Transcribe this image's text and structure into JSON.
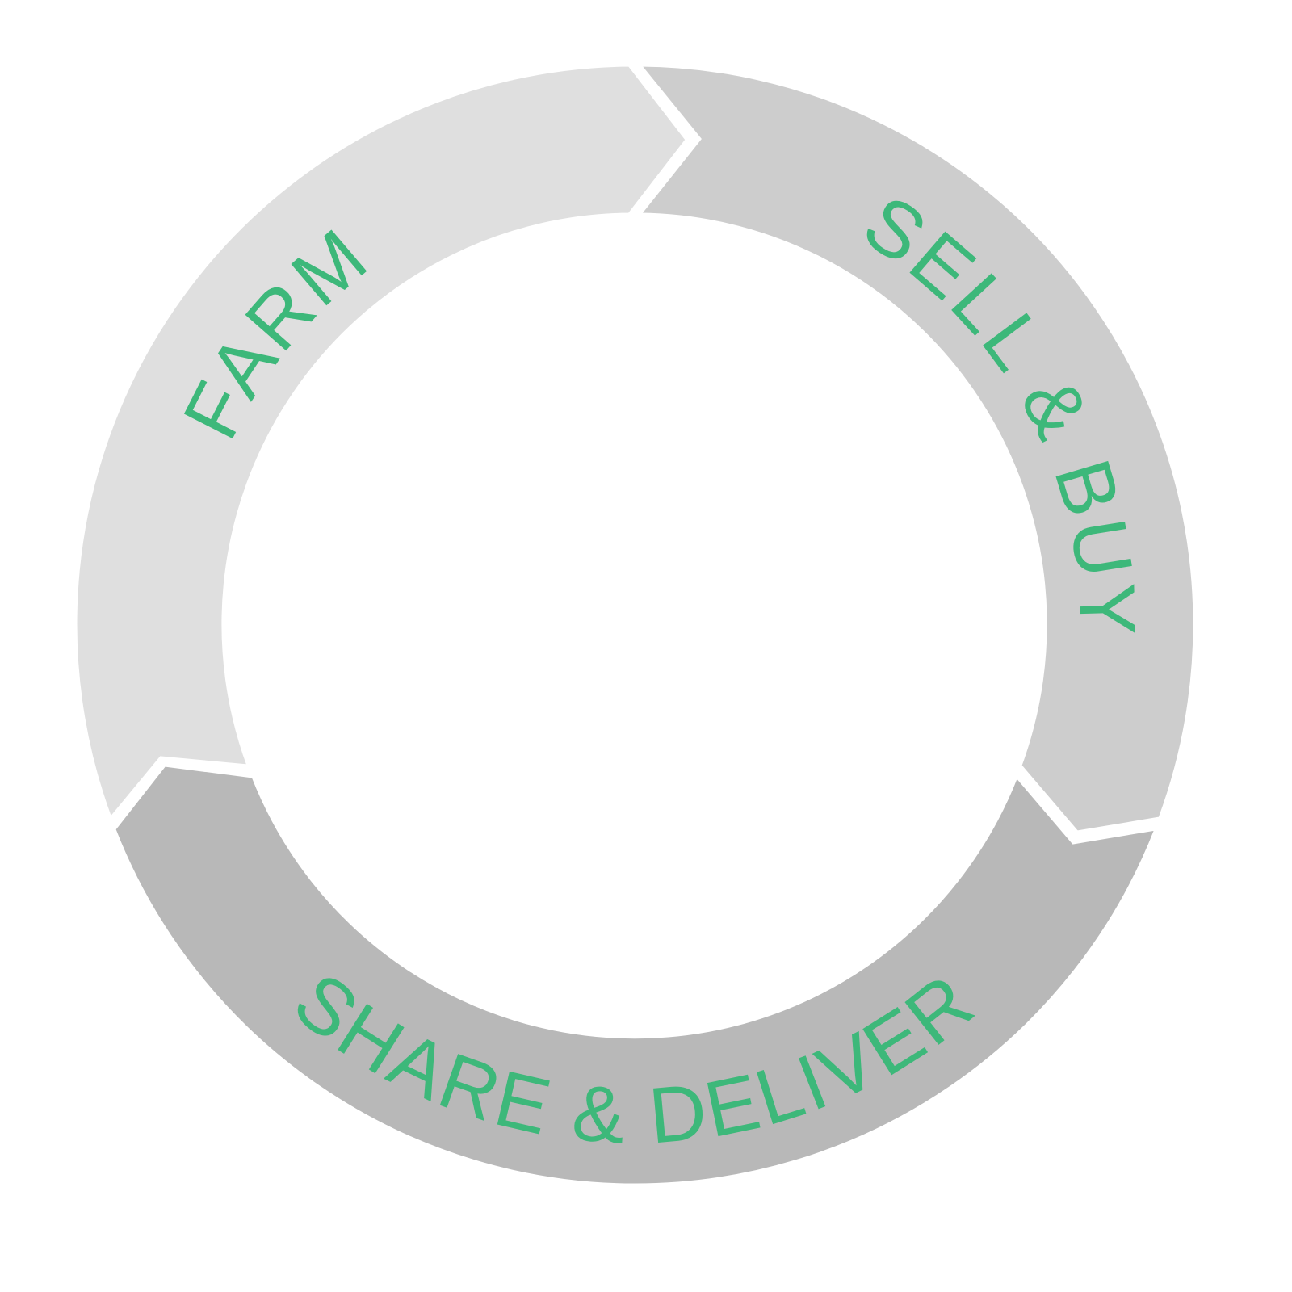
{
  "segments": [
    {
      "label": "FARM",
      "fill": "#dfdfdf"
    },
    {
      "label": "SELL & BUY",
      "fill": "#cdcdcd"
    },
    {
      "label": "SHARE & DELIVER",
      "fill": "#b8b8b8"
    }
  ],
  "colors": {
    "text": "#3db87a",
    "background": "#ffffff"
  }
}
